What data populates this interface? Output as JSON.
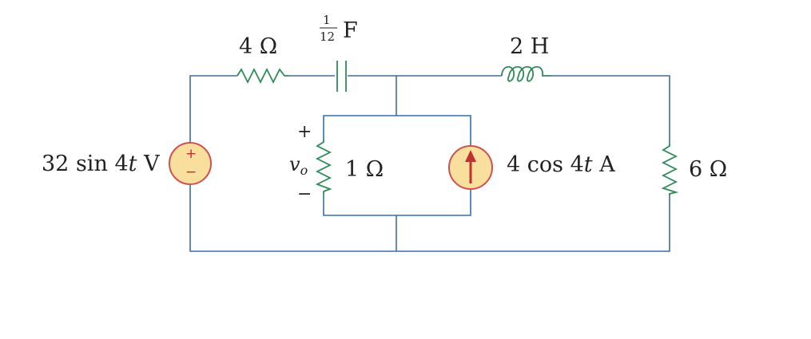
{
  "components": {
    "resistor_4": {
      "value": "4 Ω"
    },
    "capacitor": {
      "numerator": "1",
      "denominator": "12",
      "unit": "F"
    },
    "inductor": {
      "value": "2 H"
    },
    "resistor_1": {
      "value": "1 Ω"
    },
    "resistor_6": {
      "value": "6 Ω"
    },
    "voltage_source": {
      "amplitude": "32",
      "func": "sin",
      "arg": "4",
      "var": "t",
      "unit": "V"
    },
    "current_source": {
      "amplitude": "4",
      "func": "cos",
      "arg": "4",
      "var": "t",
      "unit": "A"
    }
  },
  "output": {
    "symbol": "v",
    "subscript": "o",
    "plus": "+",
    "minus": "−"
  },
  "source_signs": {
    "plus": "+",
    "minus": "−"
  },
  "colors": {
    "wire": "#3a6ea5",
    "element": "#2e8b57",
    "source_fill": "#f8df9e",
    "source_outline": "#d05050"
  }
}
